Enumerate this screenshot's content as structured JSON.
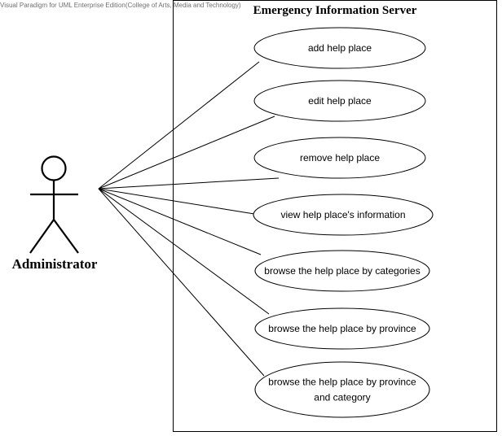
{
  "watermark": "Visual Paradigm for UML Enterprise Edition(College of Arts, Media and Technology)",
  "system": {
    "title": "Emergency Information Server"
  },
  "actor": {
    "name": "Administrator"
  },
  "use_cases": [
    {
      "lines": [
        "add help place"
      ]
    },
    {
      "lines": [
        "edit help place"
      ]
    },
    {
      "lines": [
        "remove help place"
      ]
    },
    {
      "lines": [
        "view help place's information"
      ]
    },
    {
      "lines": [
        "browse the help place by categories"
      ]
    },
    {
      "lines": [
        "browse the help place by province"
      ]
    },
    {
      "lines": [
        "browse the help place by province",
        "and category"
      ]
    }
  ],
  "colors": {
    "stroke": "#000000",
    "fill": "#ffffff",
    "watermark": "#6f6f6f"
  }
}
